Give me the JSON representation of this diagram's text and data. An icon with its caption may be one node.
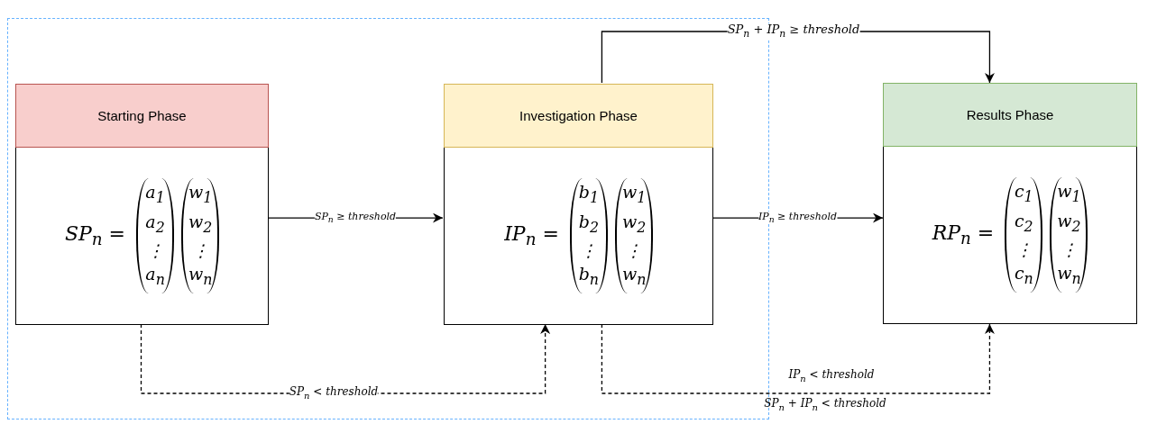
{
  "diagram": {
    "nodes": [
      {
        "text": [],
        "shape": "box"
      },
      {
        "text": [
          "Starting Phase",
          "SP$_{n}$ =",
          "a$_{1}$ a$_{2}$ ⋮ a$_{n}$",
          "w$_{1}$ w$_{2}$ ⋮ w$_{n}$"
        ],
        "in": 0
      },
      {
        "text": [
          "Investigation Phase",
          "IP$_{n}$ =",
          "b$_{1}$ b$_{2}$ ⋮ b$_{n}$",
          "w$_{1}$ w$_{2}$ ⋮ w$_{n}$"
        ],
        "in": 0
      },
      {
        "text": [
          "Results Phase",
          "RP$_{n}$ =",
          "c$_{1}$ c$_{2}$ ⋮ c$_{n}$",
          "w$_{1}$ w$_{2}$ ⋮ w$_{n}$"
        ]
      }
    ],
    "edges": [
      {
        "from": 1,
        "to": 2,
        "arrow": "to",
        "label": "SP$_{n}$ ≥ threshold"
      },
      {
        "from": 2,
        "to": 3,
        "arrow": "to",
        "label": "IP$_{n}$ ≥ threshold"
      },
      {
        "from": 2,
        "to": 3,
        "arrow": "to",
        "label": "SP$_{n}$ + IP$_{n}$ ≥ threshold"
      },
      {
        "from": 1,
        "to": 2,
        "arrow": "to",
        "label": "SP$_{n}$ < threshold",
        "style": "dashed"
      },
      {
        "from": 2,
        "to": 3,
        "arrow": "to",
        "label": "IP$_{n}$ < threshold",
        "style": "dashed"
      }
    ],
    "labels": [
      "SP$_{n}$ + IP$_{n}$ < threshold"
    ]
  }
}
